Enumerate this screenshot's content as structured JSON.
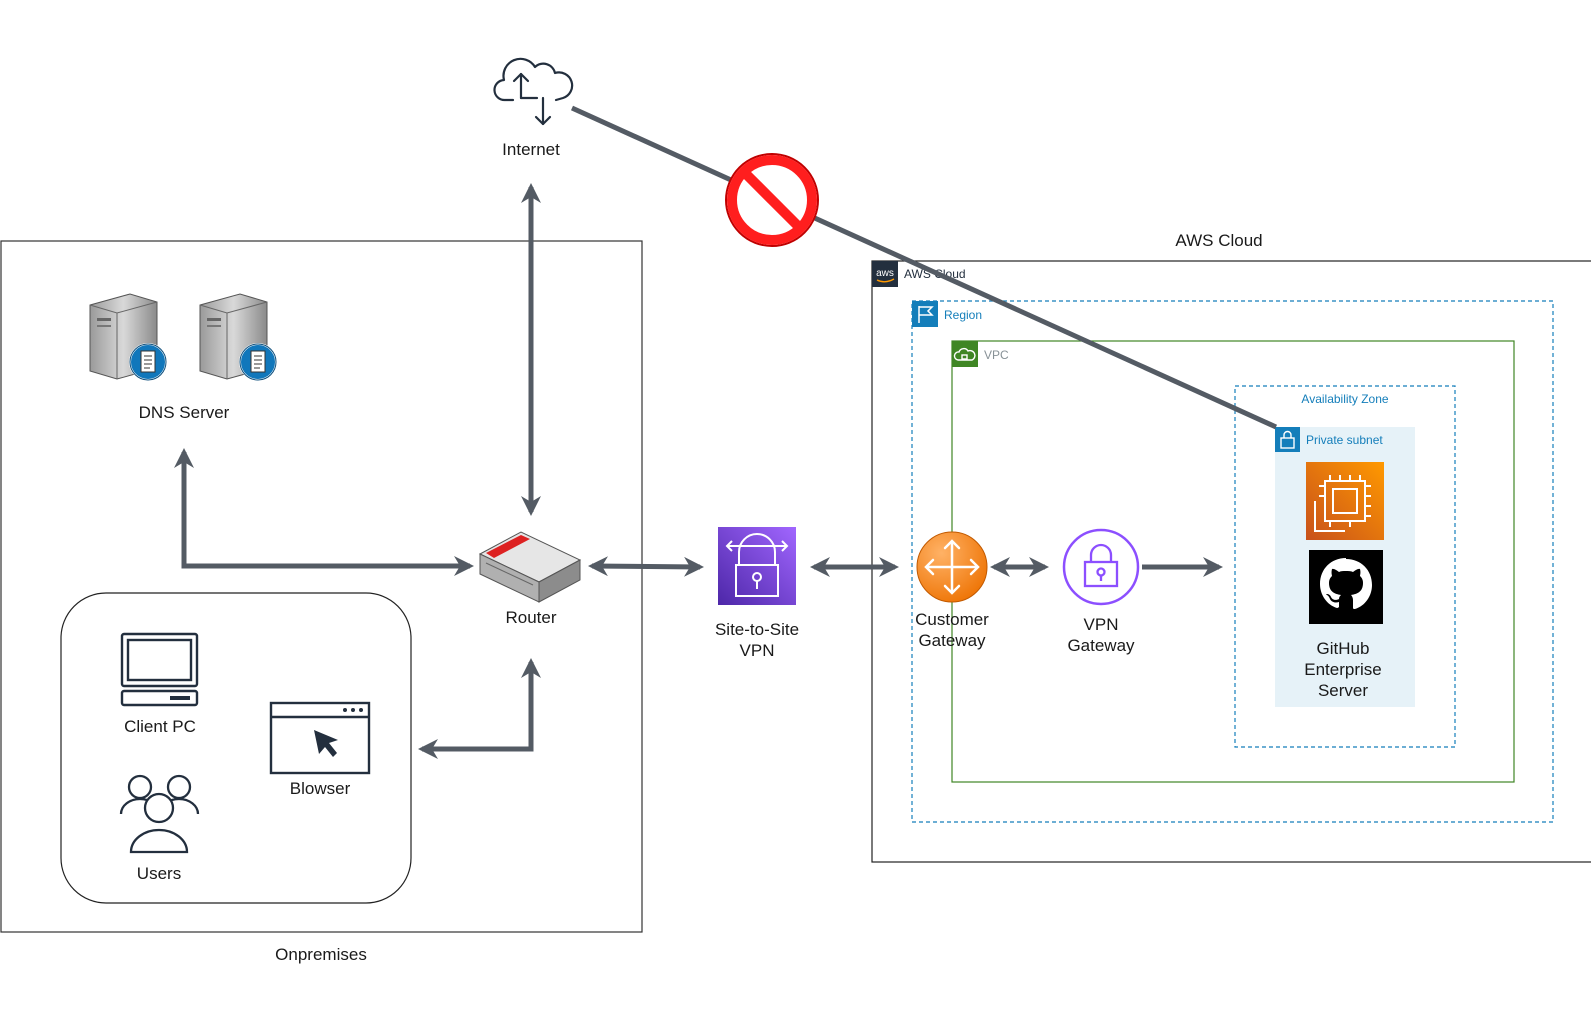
{
  "groups": {
    "onpremises": "Onpremises",
    "aws_cloud_title": "AWS Cloud",
    "aws_cloud_tag": "AWS Cloud",
    "region": "Region",
    "vpc": "VPC",
    "availability_zone": "Availability Zone",
    "private_subnet": "Private subnet"
  },
  "nodes": {
    "internet": "Internet",
    "dns_server": "DNS Server",
    "router": "Router",
    "client_pc": "Client PC",
    "browser": "Blowser",
    "users": "Users",
    "site_to_site_vpn": [
      "Site-to-Site",
      "VPN"
    ],
    "customer_gateway": [
      "Customer",
      "Gateway"
    ],
    "vpn_gateway": [
      "VPN",
      "Gateway"
    ],
    "github_server": [
      "GitHub",
      "Enterprise",
      "Server"
    ]
  },
  "badges": {
    "aws_logo": "aws"
  },
  "icons": {
    "internet": "cloud-upload-download-icon",
    "dns": "server-document-icon",
    "router": "router-icon",
    "vpn": "site-to-site-vpn-icon",
    "customer_gateway": "customer-gateway-icon",
    "vpn_gateway": "vpn-gateway-lock-icon",
    "ec2": "ec2-instance-icon",
    "github": "github-icon",
    "blocked": "prohibited-icon"
  },
  "colors": {
    "edge": "#545b64",
    "region": "#147eba",
    "vpc": "#3f8624",
    "subnet_fill": "#e6f2f8",
    "vpn_purple": "#8c4fff",
    "gateway_orange": "#ed7100",
    "ec2_orange": "#ed7100",
    "prohibited_red": "#ff0000"
  }
}
